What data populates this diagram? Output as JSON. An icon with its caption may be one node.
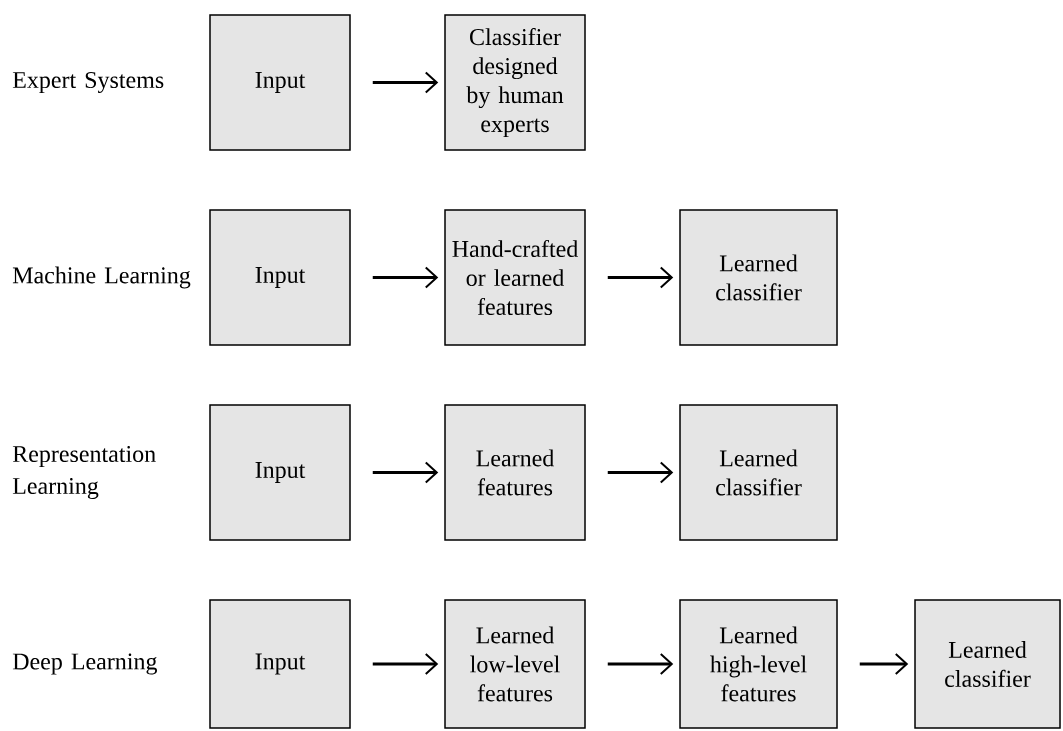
{
  "diagram": {
    "nodes": [
      {
        "text": [
          "Input"
        ]
      },
      {
        "text": [
          "Classifier designed by human experts"
        ]
      },
      {
        "text": [
          "Input"
        ]
      },
      {
        "text": [
          "Hand-crafted or learned features"
        ]
      },
      {
        "text": [
          "Learned classifier"
        ]
      },
      {
        "text": [
          "Input"
        ]
      },
      {
        "text": [
          "Learned features"
        ]
      },
      {
        "text": [
          "Learned classifier"
        ]
      },
      {
        "text": [
          "Input"
        ]
      },
      {
        "text": [
          "Learned low-level features"
        ]
      },
      {
        "text": [
          "Learned high-level features"
        ]
      },
      {
        "text": [
          "Learned classifier"
        ]
      }
    ],
    "edges": [
      {
        "from": 0,
        "to": 1,
        "arrow": "to"
      },
      {
        "from": 2,
        "to": 3,
        "arrow": "to"
      },
      {
        "from": 3,
        "to": 4,
        "arrow": "to"
      },
      {
        "from": 5,
        "to": 6,
        "arrow": "to"
      },
      {
        "from": 6,
        "to": 7,
        "arrow": "to"
      },
      {
        "from": 8,
        "to": 9,
        "arrow": "to"
      },
      {
        "from": 9,
        "to": 10,
        "arrow": "to"
      },
      {
        "from": 10,
        "to": 11,
        "arrow": "to"
      }
    ],
    "labels": [
      "Expert Systems",
      "Machine Learning",
      "Representation Learning",
      "Deep Learning"
    ]
  }
}
